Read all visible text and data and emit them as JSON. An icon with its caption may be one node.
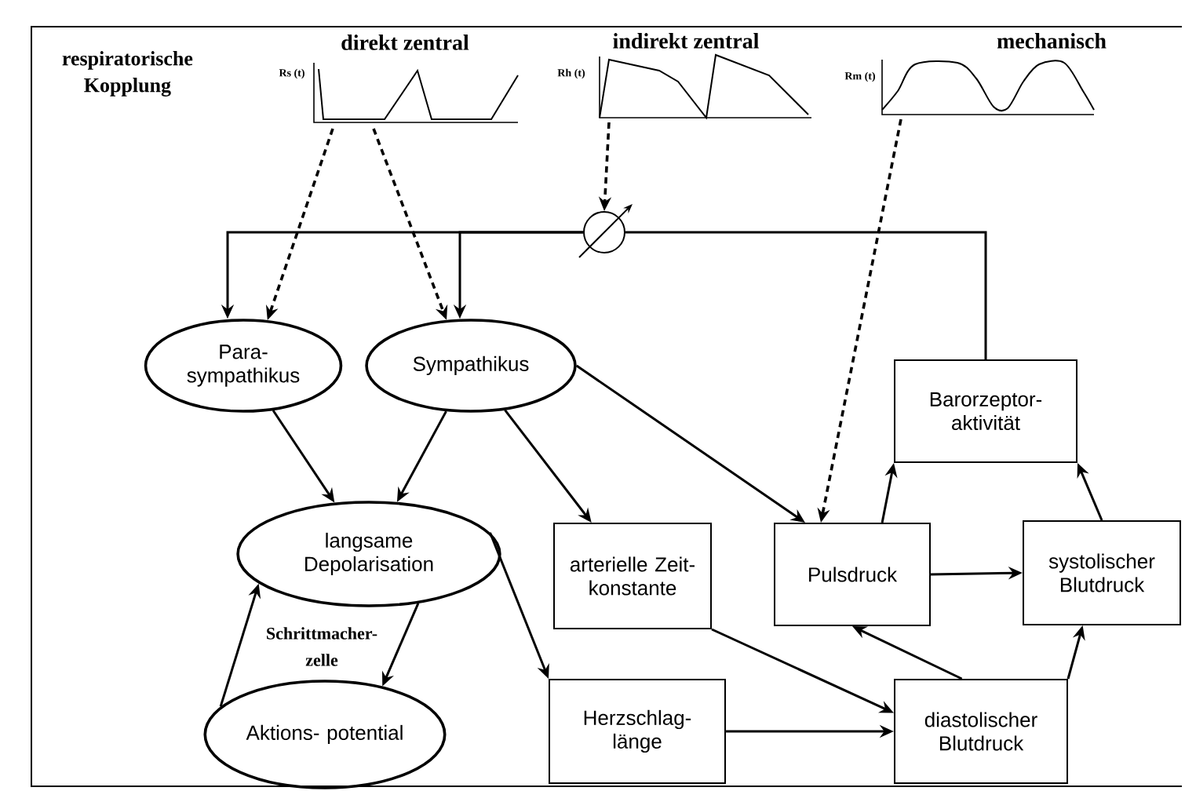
{
  "diagram": {
    "nodes": [
      {
        "text": [
          "direkt zentral",
          "Rs (t)"
        ]
      },
      {
        "text": [
          "indirekt zentral",
          "Rh (t)"
        ]
      },
      {
        "text": [
          "mechanisch",
          "Rm (t)"
        ]
      },
      {
        "text": [],
        "shape": "circle"
      },
      {
        "text": [
          "Para- sympathikus"
        ]
      },
      {
        "text": [
          "Sympathikus"
        ]
      },
      {
        "text": [
          "langsame Depolarisation"
        ]
      },
      {
        "text": [
          "Aktions- potential"
        ]
      },
      {
        "text": [
          "arterielle Zeit- konstante"
        ]
      },
      {
        "text": [
          "Herzschlag- länge"
        ]
      },
      {
        "text": [
          "Pulsdruck"
        ]
      },
      {
        "text": [
          "Barorzeptor- aktivität"
        ]
      },
      {
        "text": [
          "systolischer Blutdruck"
        ]
      },
      {
        "text": [
          "diastolischer Blutdruck"
        ]
      }
    ],
    "edges": [
      {
        "from": 0,
        "to": 4,
        "arrow": "to",
        "style": "dashed"
      },
      {
        "from": 0,
        "to": 5,
        "arrow": "to",
        "style": "dashed"
      },
      {
        "from": 1,
        "to": 3,
        "arrow": "to",
        "style": "dashed"
      },
      {
        "from": 2,
        "to": 10,
        "arrow": "to",
        "style": "dashed"
      },
      {
        "from": 11,
        "to": 3,
        "arrow": "none"
      },
      {
        "from": 3,
        "to": 4,
        "arrow": "to"
      },
      {
        "from": 3,
        "to": 5,
        "arrow": "to"
      },
      {
        "from": 4,
        "to": 6,
        "arrow": "to"
      },
      {
        "from": 5,
        "to": 6,
        "arrow": "to"
      },
      {
        "from": 5,
        "to": 8,
        "arrow": "to"
      },
      {
        "from": 5,
        "to": 10,
        "arrow": "to"
      },
      {
        "from": 6,
        "to": 7,
        "arrow": "to"
      },
      {
        "from": 7,
        "to": 6,
        "arrow": "to"
      },
      {
        "from": 6,
        "to": 9,
        "arrow": "to"
      },
      {
        "from": 8,
        "to": 13,
        "arrow": "to"
      },
      {
        "from": 9,
        "to": 13,
        "arrow": "to"
      },
      {
        "from": 10,
        "to": 11,
        "arrow": "to"
      },
      {
        "from": 10,
        "to": 12,
        "arrow": "to"
      },
      {
        "from": 13,
        "to": 10,
        "arrow": "to"
      },
      {
        "from": 13,
        "to": 12,
        "arrow": "to"
      },
      {
        "from": 12,
        "to": 11,
        "arrow": "to"
      }
    ],
    "labels": [
      "respiratorische Kopplung",
      "Schrittmacher- zelle"
    ]
  }
}
